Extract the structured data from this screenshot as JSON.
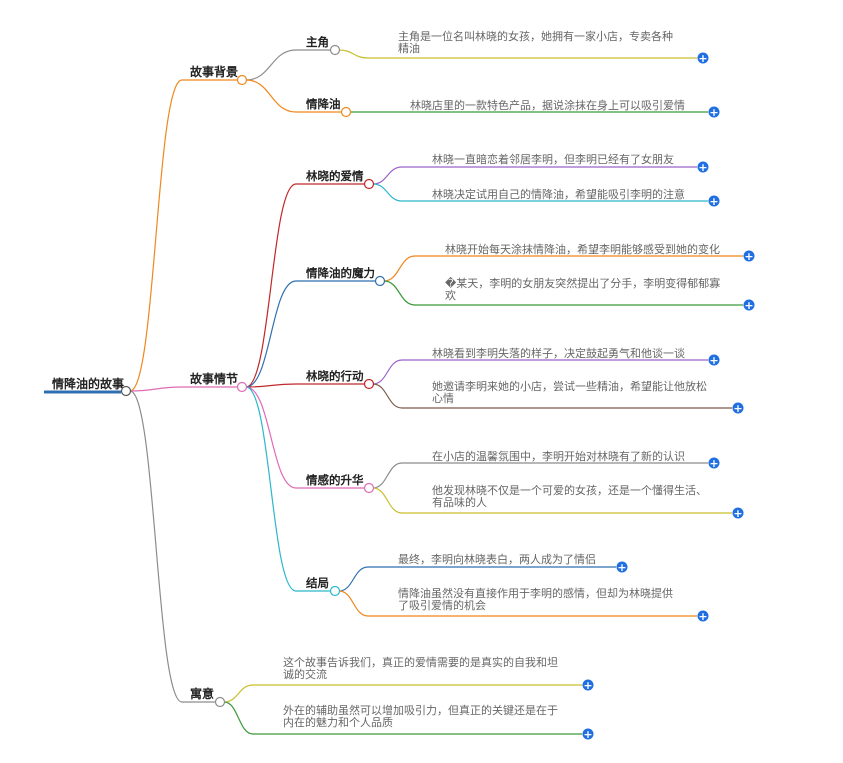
{
  "colors": {
    "root_underline": "#2f6fb0",
    "plus_button": "#1f6fe0",
    "node_circle_stroke": "#555555"
  },
  "root": {
    "label": "情降油的故事"
  },
  "branches": [
    {
      "id": "background",
      "label": "故事背景",
      "color": "#f0871c",
      "children": [
        {
          "id": "protagonist",
          "label": "主角",
          "color": "#8c8c8c",
          "leaves": [
            {
              "lines": [
                "主角是一位名叫林晓的女孩，她拥有一家小店，专卖各种",
                "精油"
              ],
              "color": "#c9bf2e"
            }
          ]
        },
        {
          "id": "oil",
          "label": "情降油",
          "color": "#f0871c",
          "leaves": [
            {
              "lines": [
                "林晓店里的一款特色产品，据说涂抹在身上可以吸引爱情"
              ],
              "color": "#3a9a3a"
            }
          ]
        }
      ]
    },
    {
      "id": "plot",
      "label": "故事情节",
      "color": "#e06ab4",
      "children": [
        {
          "id": "love",
          "label": "林晓的爱情",
          "color": "#c0282a",
          "leaves": [
            {
              "lines": [
                "林晓一直暗恋着邻居李明，但李明已经有了女朋友"
              ],
              "color": "#9a63c9"
            },
            {
              "lines": [
                "林晓决定试用自己的情降油，希望能吸引李明的注意"
              ],
              "color": "#2ab8cc"
            }
          ]
        },
        {
          "id": "magic",
          "label": "情降油的魔力",
          "color": "#2f6fb0",
          "leaves": [
            {
              "lines": [
                "林晓开始每天涂抹情降油，希望李明能够感受到她的变化"
              ],
              "color": "#f0871c"
            },
            {
              "lines": [
                "�某天，李明的女朋友突然提出了分手，李明变得郁郁寡",
                "欢"
              ],
              "color": "#3a9a3a"
            }
          ]
        },
        {
          "id": "action",
          "label": "林晓的行动",
          "color": "#c0282a",
          "leaves": [
            {
              "lines": [
                "林晓看到李明失落的样子，决定鼓起勇气和他谈一谈"
              ],
              "color": "#9a63c9"
            },
            {
              "lines": [
                "她邀请李明来她的小店，尝试一些精油，希望能让他放松",
                "心情"
              ],
              "color": "#7a5a4a"
            }
          ]
        },
        {
          "id": "sublime",
          "label": "情感的升华",
          "color": "#e06ab4",
          "leaves": [
            {
              "lines": [
                "在小店的温馨氛围中，李明开始对林晓有了新的认识"
              ],
              "color": "#8c8c8c"
            },
            {
              "lines": [
                "他发现林晓不仅是一个可爱的女孩，还是一个懂得生活、",
                "有品味的人"
              ],
              "color": "#c9bf2e"
            }
          ]
        },
        {
          "id": "ending",
          "label": "结局",
          "color": "#2ab8cc",
          "leaves": [
            {
              "lines": [
                "最终，李明向林晓表白，两人成为了情侣"
              ],
              "color": "#2f6fb0"
            },
            {
              "lines": [
                "情降油虽然没有直接作用于李明的感情，但却为林晓提供",
                "了吸引爱情的机会"
              ],
              "color": "#f0871c"
            }
          ]
        }
      ]
    },
    {
      "id": "meaning",
      "label": "寓意",
      "color": "#8c8c8c",
      "children": [],
      "leaves": [
        {
          "lines": [
            "这个故事告诉我们，真正的爱情需要的是真实的自我和坦",
            "诚的交流"
          ],
          "color": "#c9bf2e"
        },
        {
          "lines": [
            "外在的辅助虽然可以增加吸引力，但真正的关键还是在于",
            "内在的魅力和个人品质"
          ],
          "color": "#3a9a3a"
        }
      ]
    }
  ],
  "expand_symbol": "+"
}
